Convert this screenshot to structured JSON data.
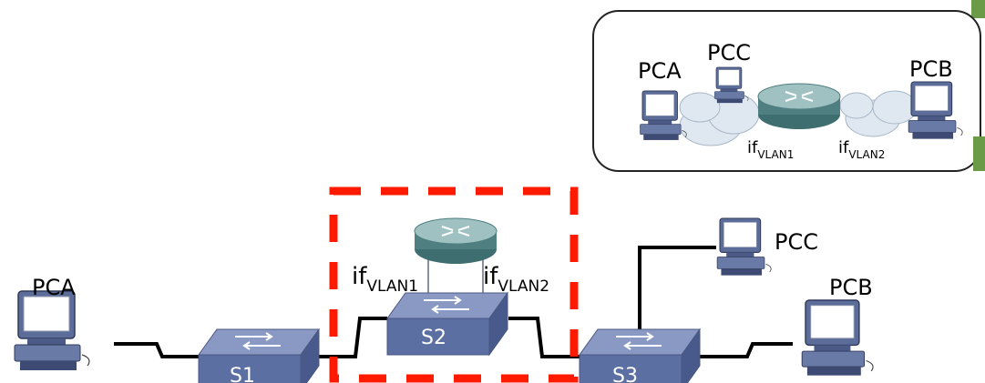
{
  "colors": {
    "switch_top": "#8a99c3",
    "switch_front": "#5b6fa3",
    "router_body": "#4f7f80",
    "router_top": "#9fc1c2",
    "dashed_box": "#ff1a00",
    "cloud": "#dfe8f0",
    "corner_accent": "#6c9b48"
  },
  "inset": {
    "pc_a": "PCA",
    "pc_c": "PCC",
    "pc_b": "PCB",
    "if1": {
      "base": "if",
      "sub": "VLAN1"
    },
    "if2": {
      "base": "if",
      "sub": "VLAN2"
    }
  },
  "main": {
    "pc_a": "PCA",
    "pc_b": "PCB",
    "pc_c": "PCC",
    "switch_1": "S1",
    "switch_2": "S2",
    "switch_3": "S3",
    "if1": {
      "base": "if",
      "sub": "VLAN1"
    },
    "if2": {
      "base": "if",
      "sub": "VLAN2"
    }
  }
}
